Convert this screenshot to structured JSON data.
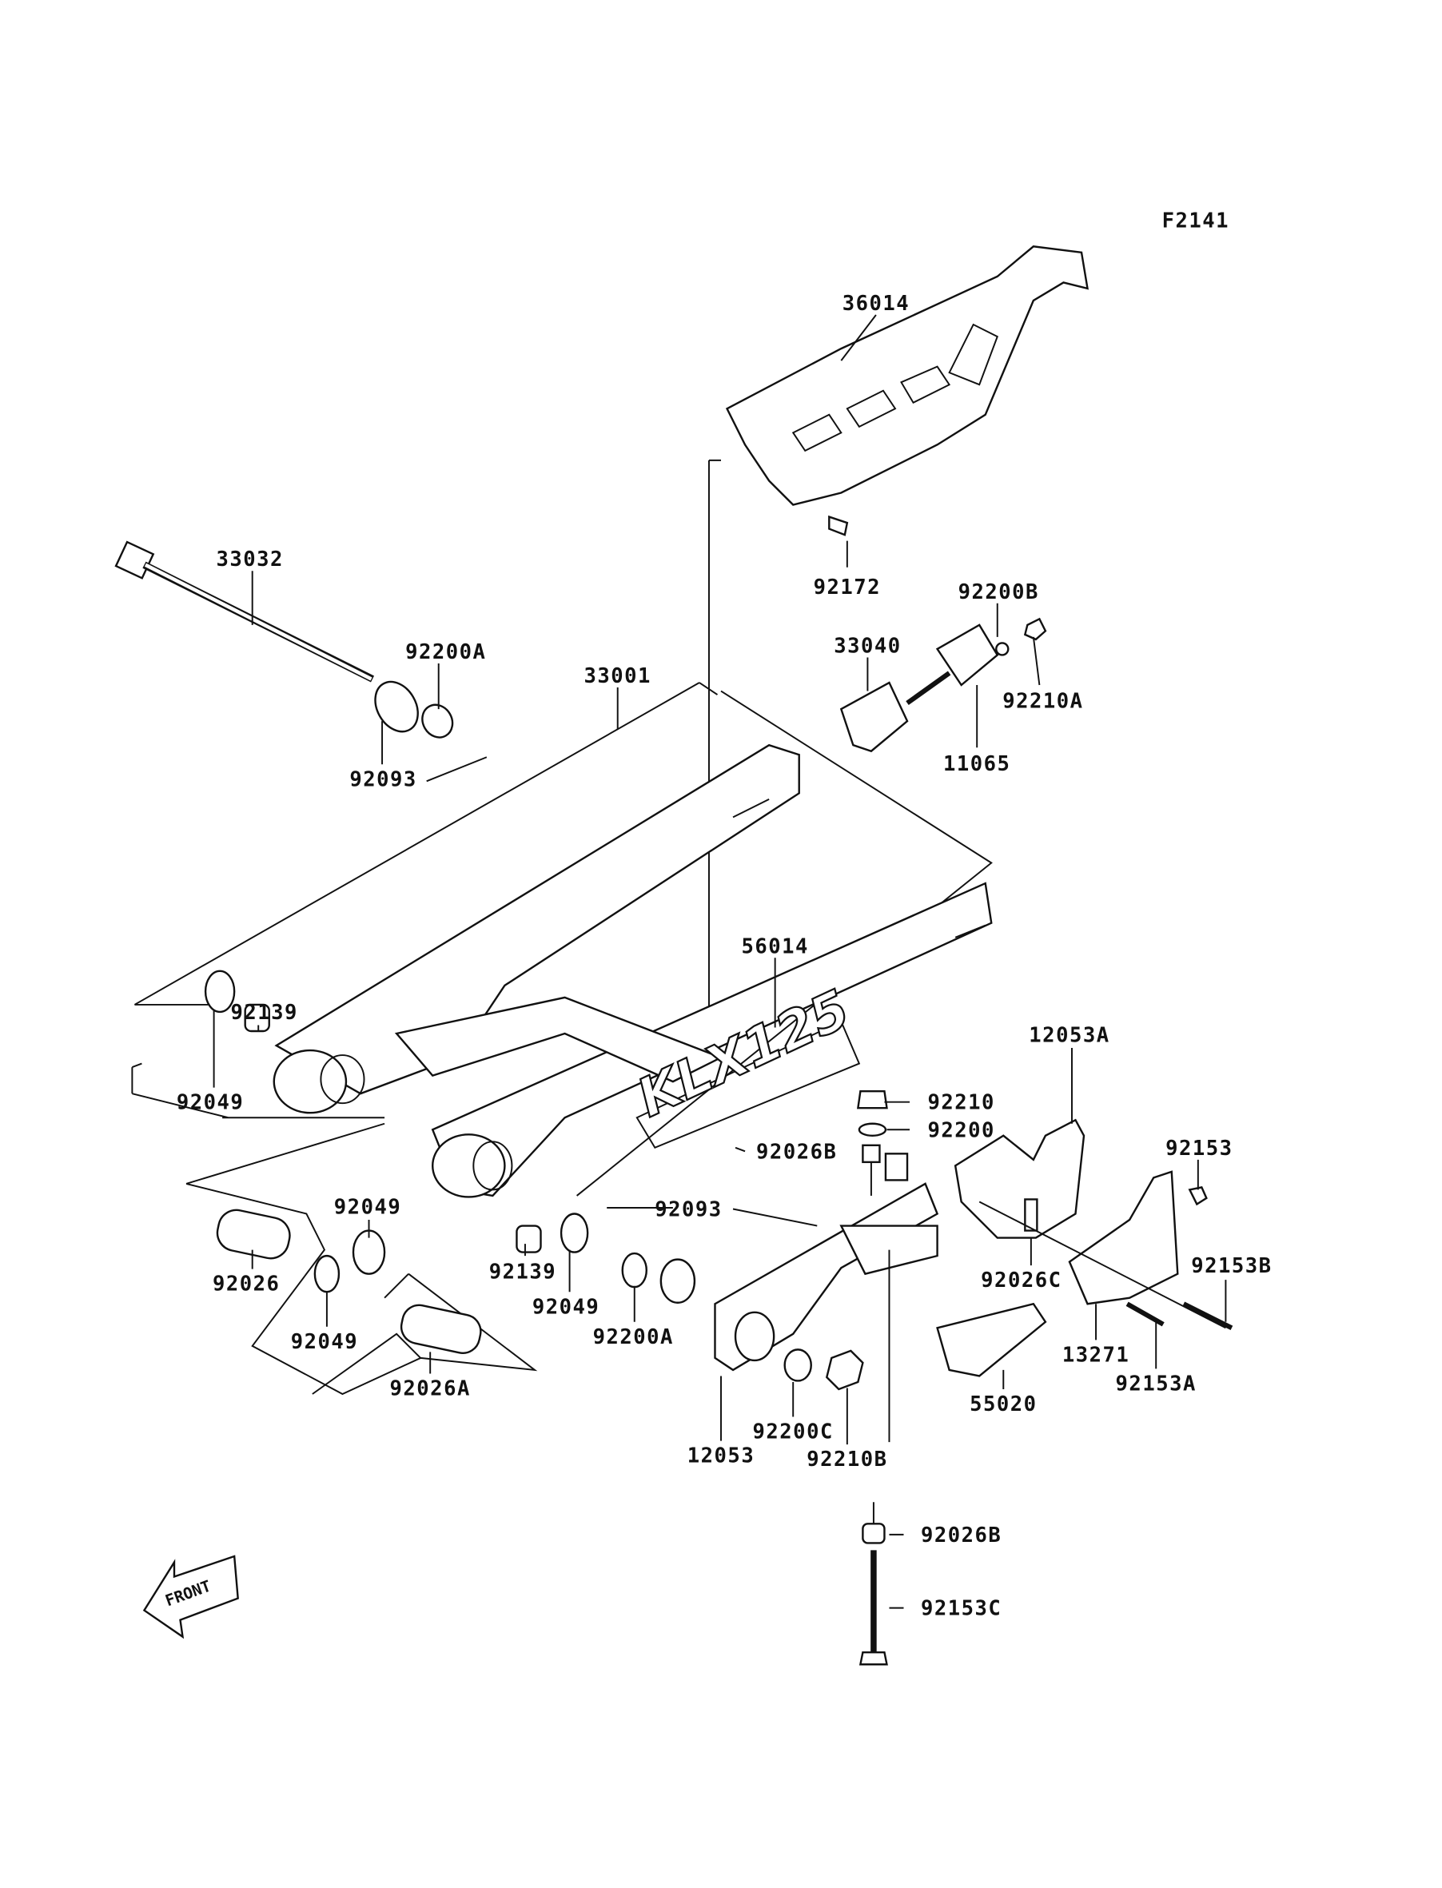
{
  "diagram": {
    "figure_code": "F2141",
    "decal_text": "KLX125",
    "front_arrow_label": "FRONT",
    "colors": {
      "line": "#111111",
      "background": "#ffffff"
    },
    "callouts": [
      "36014",
      "92172",
      "33032",
      "92200A",
      "33001",
      "92200B",
      "33040",
      "92210A",
      "11065",
      "92093",
      "56014",
      "92139",
      "92049",
      "12053A",
      "92210",
      "92200",
      "92026B",
      "92153",
      "92093",
      "92049",
      "92026",
      "92139",
      "92026C",
      "92153B",
      "92049",
      "92049",
      "92200A",
      "13271",
      "92153A",
      "92026A",
      "55020",
      "92200C",
      "12053",
      "92210B",
      "92026B",
      "92153C"
    ]
  }
}
